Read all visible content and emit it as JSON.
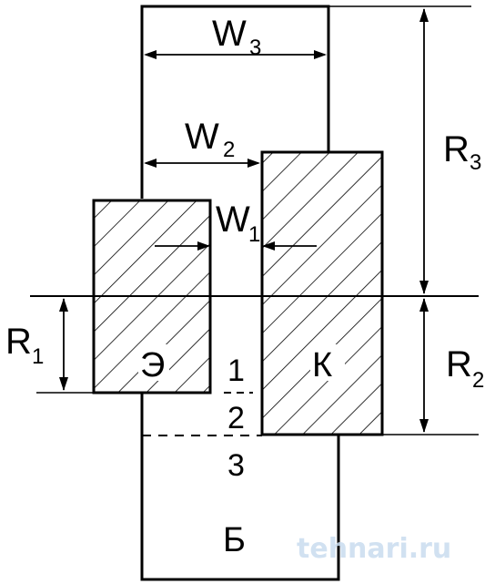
{
  "labels": {
    "w3": {
      "main": "W",
      "sub": "3"
    },
    "w2": {
      "main": "W",
      "sub": "2"
    },
    "w1": {
      "main": "W",
      "sub": "1"
    },
    "r3": {
      "main": "R",
      "sub": "3"
    },
    "r2": {
      "main": "R",
      "sub": "2"
    },
    "r1": {
      "main": "R",
      "sub": "1"
    }
  },
  "regions": {
    "emitter": "Э",
    "collector": "К",
    "base": "Б"
  },
  "section_numbers": [
    "1",
    "2",
    "3"
  ],
  "watermark": "tehnari.ru"
}
